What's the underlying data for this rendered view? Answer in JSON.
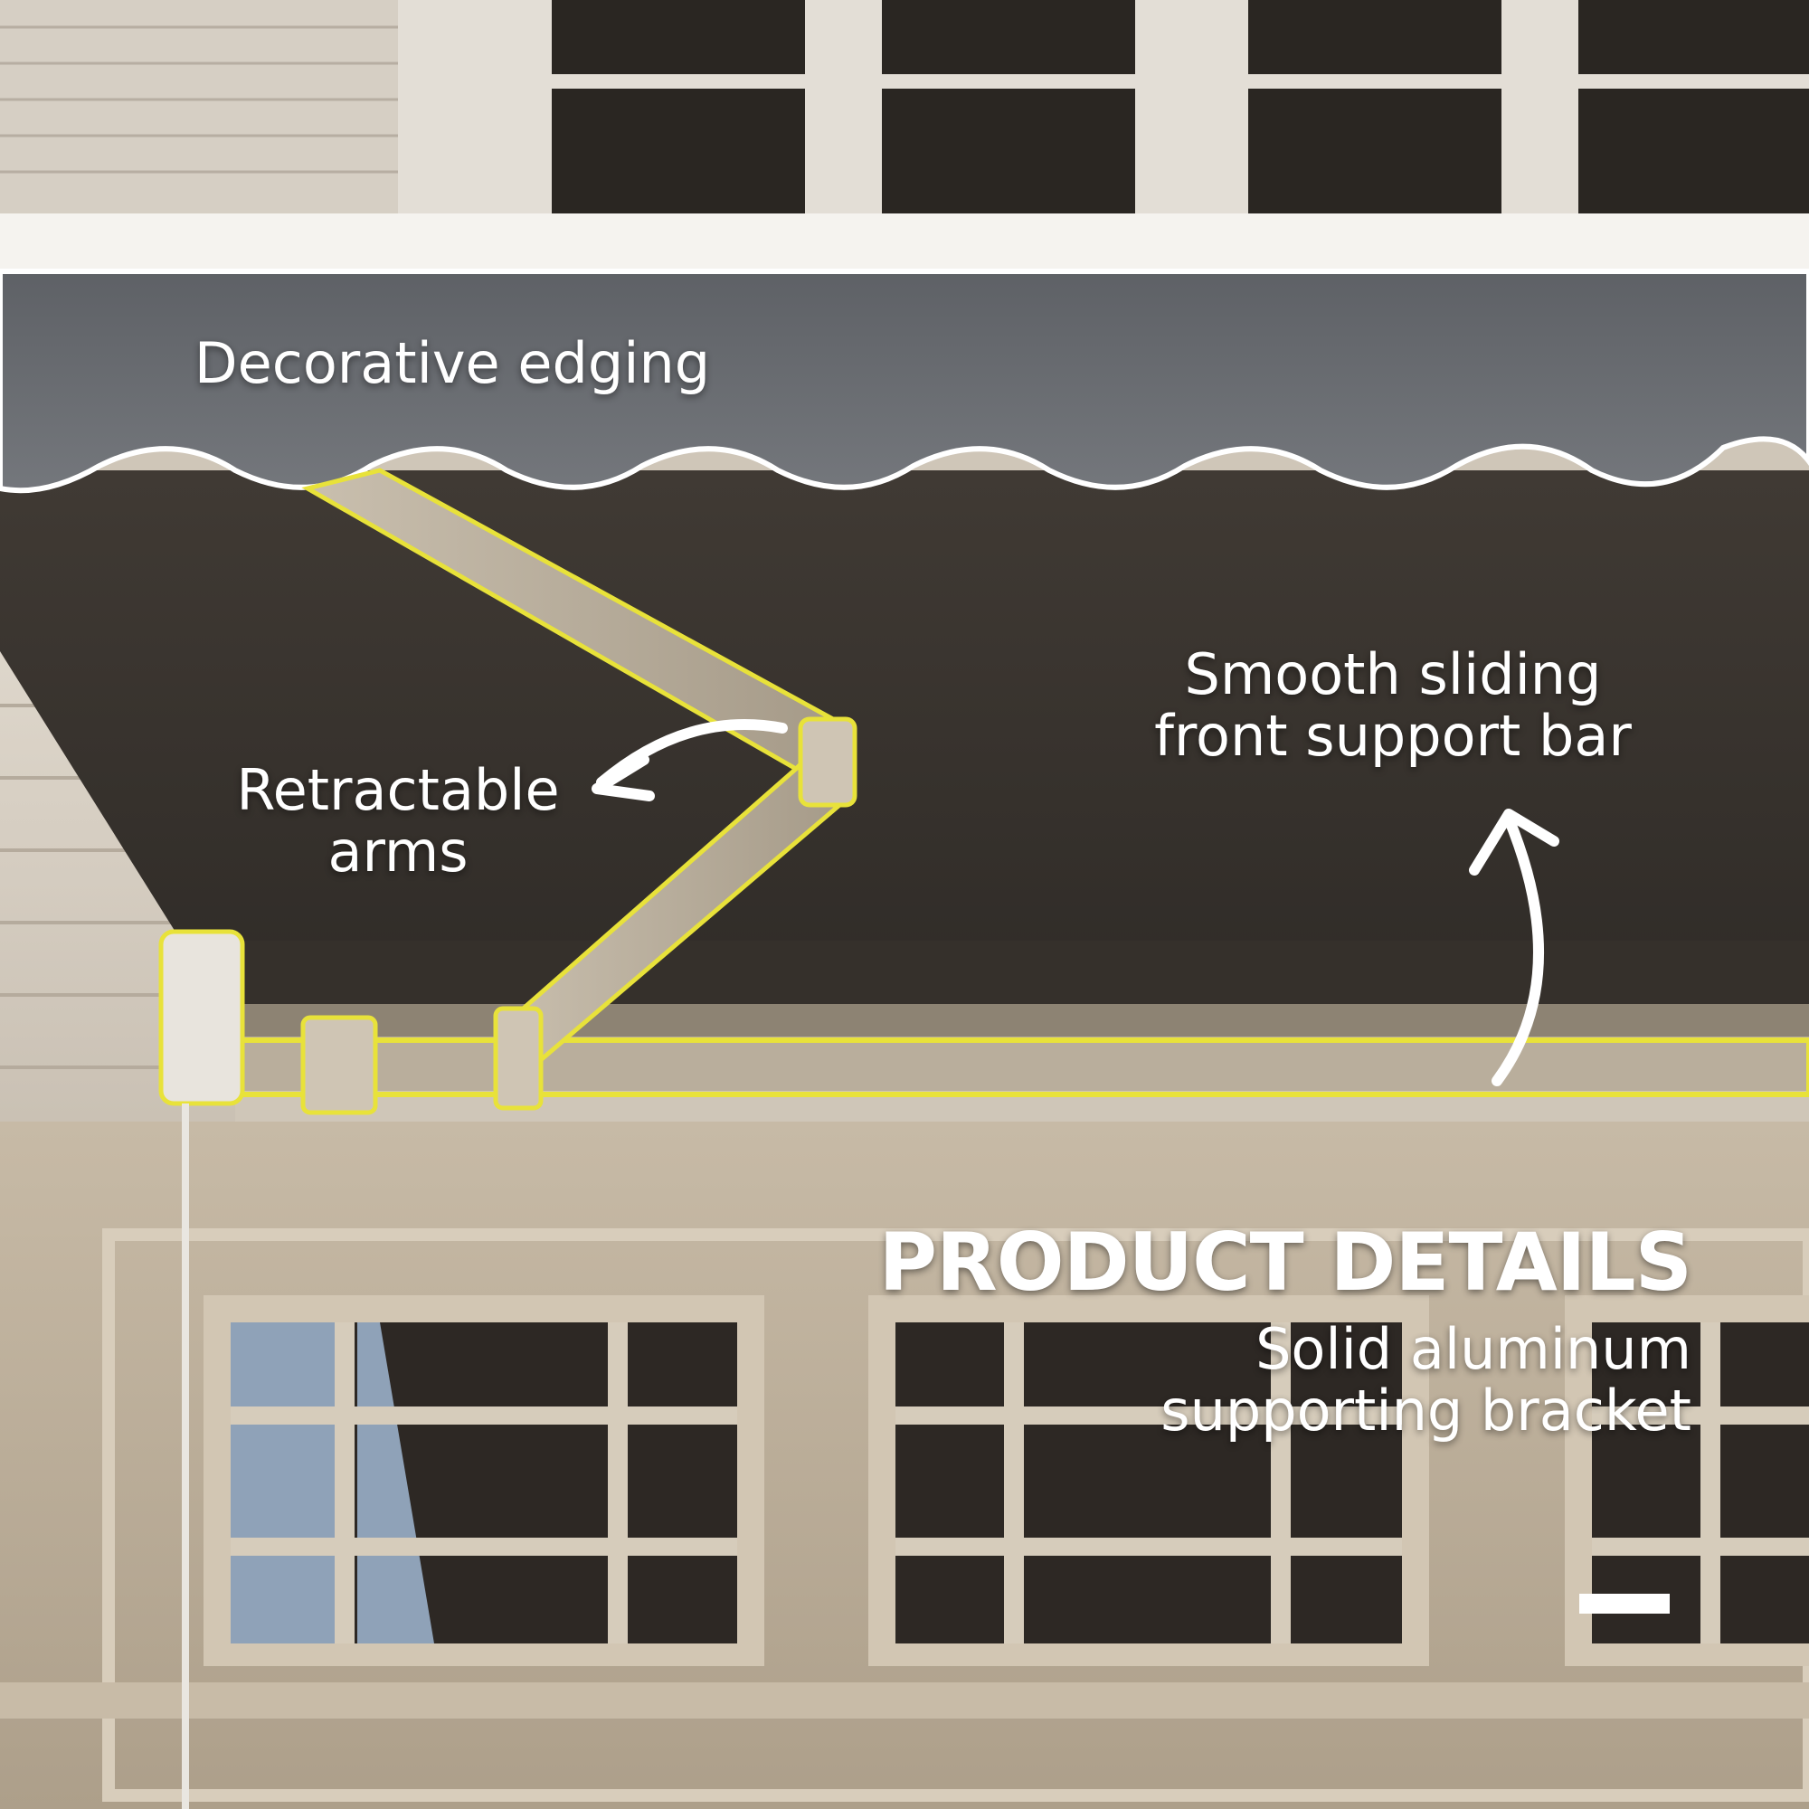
{
  "callouts": {
    "decorative_edging": "Decorative edging",
    "retractable_arms": [
      "Retractable",
      "arms"
    ],
    "front_support_bar": [
      "Smooth sliding",
      "front support bar"
    ]
  },
  "heading": {
    "title": "PRODUCT DETAILS",
    "subtitle": [
      "Solid aluminum",
      "supporting bracket"
    ]
  },
  "colors": {
    "awning_valance": "#6c6f73",
    "awning_fabric": "#3b3631",
    "highlight_outline": "#e8e23a",
    "wall_panel": "#b9ab97",
    "text": "#ffffff"
  },
  "icons": [
    "curved-arrow-icon",
    "curved-arrow-icon"
  ]
}
